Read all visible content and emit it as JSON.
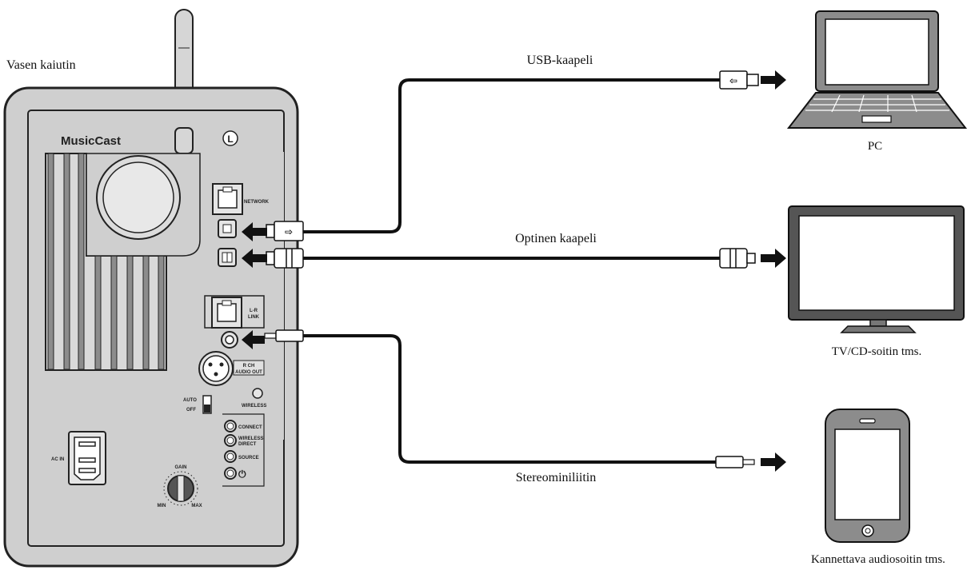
{
  "labels": {
    "speaker_title": "Vasen kaiutin",
    "usb_cable": "USB-kaapeli",
    "optical_cable": "Optinen kaapeli",
    "stereo_mini": "Stereominiliitin",
    "pc": "PC",
    "tv_cd": "TV/CD-soitin tms.",
    "portable": "Kannettava audiosoitin tms."
  },
  "panel": {
    "brand": "MusicCast",
    "side_badge": "L",
    "network": "NETWORK",
    "lr_link_1": "L-R",
    "lr_link_2": "LINK",
    "rch_1": "R CH",
    "rch_2": "AUDIO OUT",
    "auto": "AUTO",
    "off": "OFF",
    "wireless": "WIRELESS",
    "connect": "CONNECT",
    "wireless_direct_1": "WIRELESS",
    "wireless_direct_2": "DIRECT",
    "source": "SOURCE",
    "power_symbol": "⏻",
    "ac_in": "AC IN",
    "gain": "GAIN",
    "min": "MIN",
    "max": "MAX"
  }
}
